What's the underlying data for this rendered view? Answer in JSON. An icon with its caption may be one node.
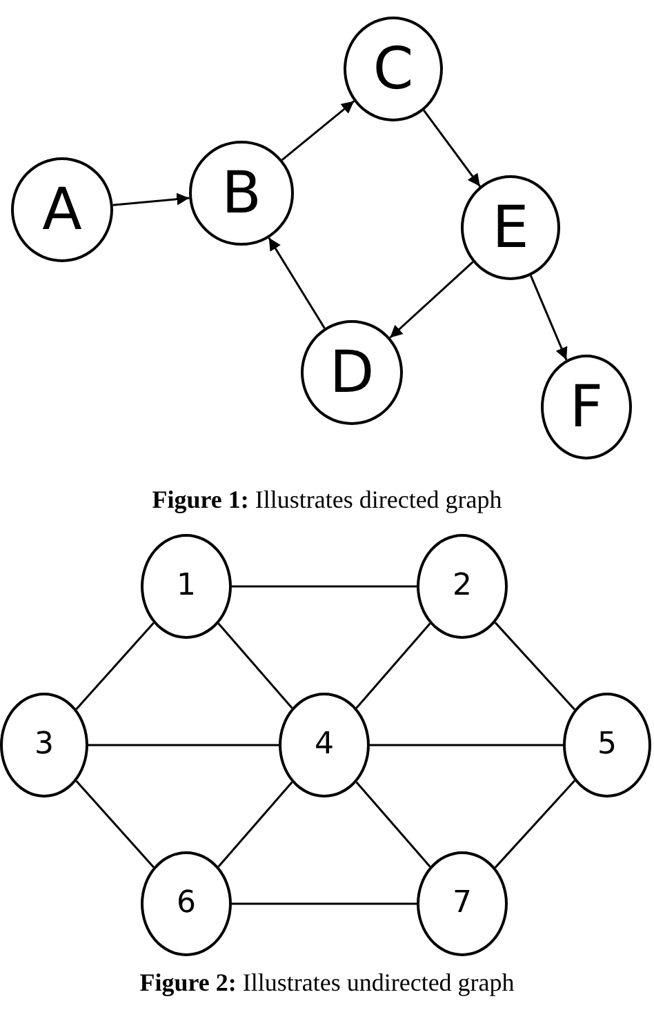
{
  "diagram": {
    "nodes": [
      {
        "text": [
          "A"
        ]
      },
      {
        "text": [
          "B"
        ]
      },
      {
        "text": [
          "C"
        ]
      },
      {
        "text": [
          "E"
        ]
      },
      {
        "text": [
          "D"
        ]
      },
      {
        "text": [
          "F"
        ]
      },
      {
        "text": [
          "1"
        ]
      },
      {
        "text": [
          "2"
        ]
      },
      {
        "text": [
          "3"
        ]
      },
      {
        "text": [
          "4"
        ]
      },
      {
        "text": [
          "5"
        ]
      },
      {
        "text": [
          "6"
        ]
      },
      {
        "text": [
          "7"
        ]
      }
    ],
    "edges": [
      {
        "from": 0,
        "to": 1,
        "arrow": "to"
      },
      {
        "from": 1,
        "to": 2,
        "arrow": "to"
      },
      {
        "from": 2,
        "to": 3,
        "arrow": "to"
      },
      {
        "from": 3,
        "to": 4,
        "arrow": "to"
      },
      {
        "from": 4,
        "to": 1,
        "arrow": "to"
      },
      {
        "from": 3,
        "to": 5,
        "arrow": "to"
      },
      {
        "from": 6,
        "to": 7,
        "arrow": "none"
      },
      {
        "from": 6,
        "to": 8,
        "arrow": "none"
      },
      {
        "from": 6,
        "to": 9,
        "arrow": "none"
      },
      {
        "from": 7,
        "to": 9,
        "arrow": "none"
      },
      {
        "from": 7,
        "to": 10,
        "arrow": "none"
      },
      {
        "from": 8,
        "to": 9,
        "arrow": "none"
      },
      {
        "from": 9,
        "to": 10,
        "arrow": "none"
      },
      {
        "from": 8,
        "to": 11,
        "arrow": "none"
      },
      {
        "from": 9,
        "to": 11,
        "arrow": "none"
      },
      {
        "from": 9,
        "to": 12,
        "arrow": "none"
      },
      {
        "from": 10,
        "to": 12,
        "arrow": "none"
      },
      {
        "from": 11,
        "to": 12,
        "arrow": "none"
      }
    ],
    "labels": [
      "**Figure 1:** Illustrates directed graph",
      "**Figure 2:** Illustrates undirected graph"
    ]
  }
}
